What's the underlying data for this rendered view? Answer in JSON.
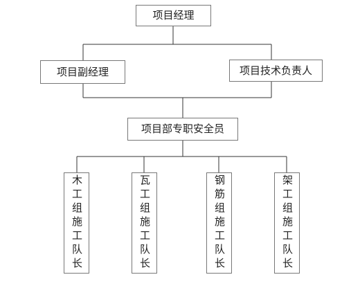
{
  "chart_data": {
    "type": "org-chart",
    "nodes": {
      "manager": "项目经理",
      "deputy_manager": "项目副经理",
      "technical_lead": "项目技术负责人",
      "safety_officer": "项目部专职安全员",
      "team_leaders": [
        "木工组施工队长",
        "瓦工组施工队长",
        "钢筋组施工队长",
        "架工组施工队长"
      ]
    },
    "edges": [
      [
        "项目经理",
        "项目副经理"
      ],
      [
        "项目经理",
        "项目技术负责人"
      ],
      [
        "项目副经理",
        "项目部专职安全员"
      ],
      [
        "项目技术负责人",
        "项目部专职安全员"
      ],
      [
        "项目部专职安全员",
        "木工组施工队长"
      ],
      [
        "项目部专职安全员",
        "瓦工组施工队长"
      ],
      [
        "项目部专职安全员",
        "钢筋组施工队长"
      ],
      [
        "项目部专职安全员",
        "架工组施工队长"
      ]
    ]
  }
}
